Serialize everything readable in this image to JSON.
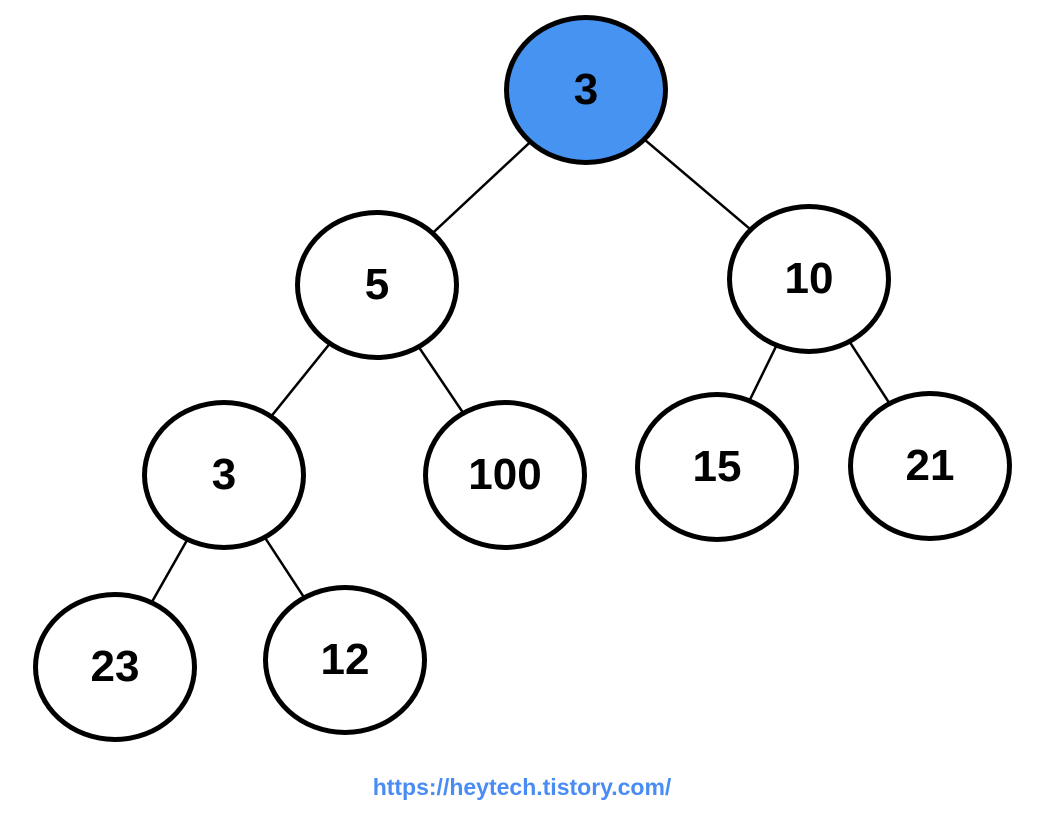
{
  "diagram": {
    "type": "binary-tree",
    "description": "Binary tree (heap) diagram with highlighted root node",
    "nodes": {
      "root": {
        "value": "3",
        "highlighted": true
      },
      "l": {
        "value": "5",
        "highlighted": false
      },
      "r": {
        "value": "10",
        "highlighted": false
      },
      "ll": {
        "value": "3",
        "highlighted": false
      },
      "lr": {
        "value": "100",
        "highlighted": false
      },
      "rl": {
        "value": "15",
        "highlighted": false
      },
      "rr": {
        "value": "21",
        "highlighted": false
      },
      "lll": {
        "value": "23",
        "highlighted": false
      },
      "llr": {
        "value": "12",
        "highlighted": false
      }
    },
    "edges": [
      {
        "from": "3 (root)",
        "to": "5"
      },
      {
        "from": "3 (root)",
        "to": "10"
      },
      {
        "from": "5",
        "to": "3"
      },
      {
        "from": "5",
        "to": "100"
      },
      {
        "from": "10",
        "to": "15"
      },
      {
        "from": "10",
        "to": "21"
      },
      {
        "from": "3",
        "to": "23"
      },
      {
        "from": "3",
        "to": "12"
      }
    ],
    "colors": {
      "highlight_fill": "#4793f2",
      "node_fill": "#ffffff",
      "node_border": "#000000",
      "edge_color": "#000000",
      "link_color": "#4a8cf5"
    }
  },
  "footer": {
    "url": "https://heytech.tistory.com/"
  }
}
